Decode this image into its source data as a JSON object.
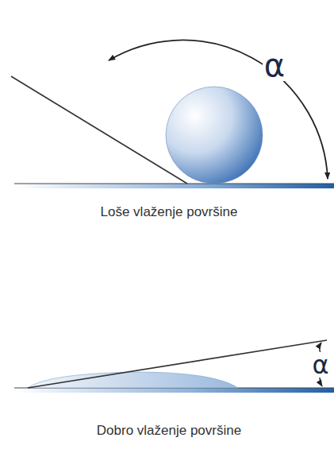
{
  "diagram": {
    "labels": [
      "α",
      "Loše vlaženje površine",
      "α",
      "Dobro vlaženje površine"
    ]
  }
}
